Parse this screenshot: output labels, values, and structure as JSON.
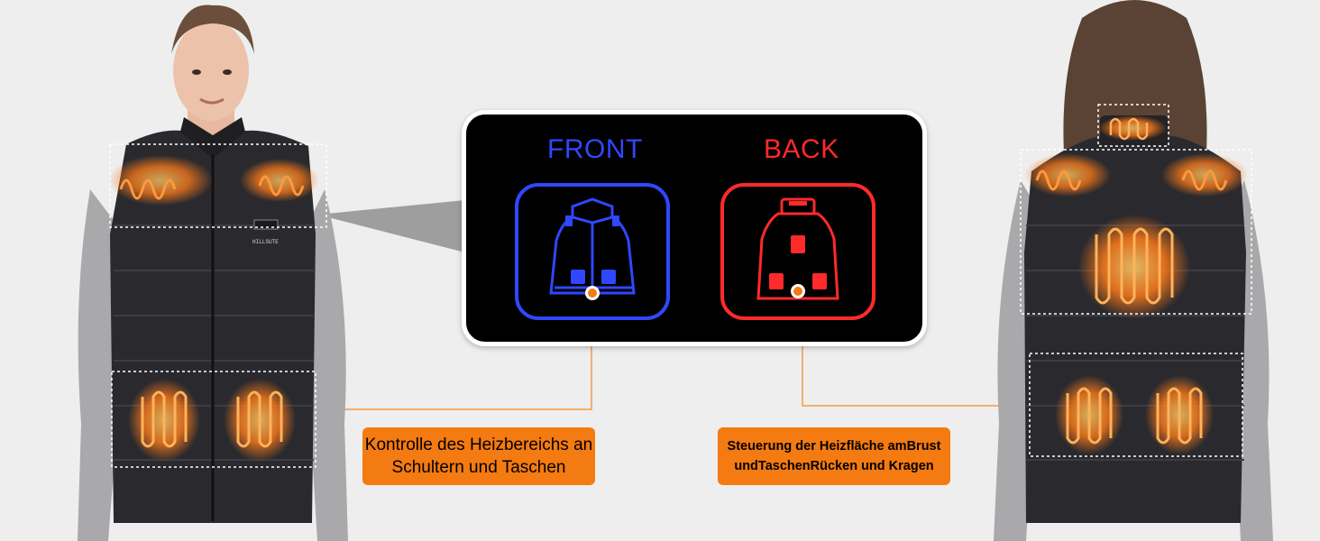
{
  "panel": {
    "front_label": "FRONT",
    "back_label": "BACK"
  },
  "callouts": {
    "left_text": "Kontrolle des Heizbereichs an\nSchultern und Taschen",
    "right_text": "Steuerung der Heizfläche amBrust\nundTaschenRücken und Kragen"
  },
  "vest_brand": "HILLSUTE",
  "colors": {
    "background": "#eeeeee",
    "front_accent": "#2f48ff",
    "back_accent": "#ff2a2a",
    "callout_bg": "#f47a12",
    "heat_glow": "#ff7a1a",
    "leader_line": "#f29a45"
  }
}
